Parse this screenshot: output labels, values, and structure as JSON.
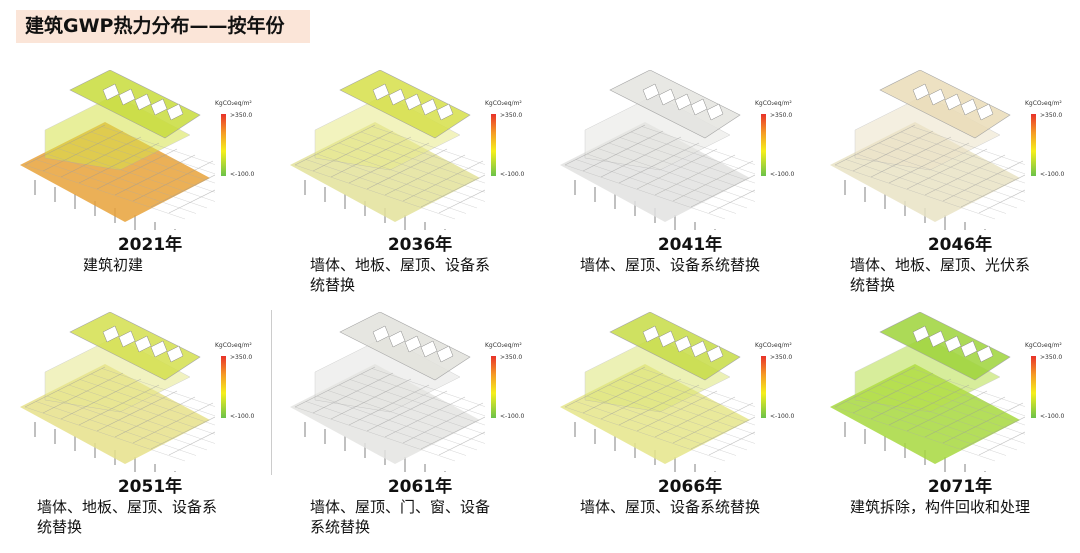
{
  "title": "建筑GWP热力分布——按年份",
  "legend": {
    "unit": "KgCO₂eq/m²",
    "max": ">350.0",
    "min": "<-100.0"
  },
  "panels": [
    {
      "year": "2021年",
      "desc": "建筑初建",
      "tint": "#d7e24a",
      "floor": "#e8a23a",
      "roof": "#c8dc3c"
    },
    {
      "year": "2036年",
      "desc": "墙体、地板、屋顶、设备系统替换",
      "tint": "#e8ea8a",
      "floor": "#e3e29a",
      "roof": "#d6e04a"
    },
    {
      "year": "2041年",
      "desc": "墙体、屋顶、设备系统替换",
      "tint": "#e6e6e2",
      "floor": "#e2e2e0",
      "roof": "#e4e4e0"
    },
    {
      "year": "2046年",
      "desc": "墙体、地板、屋顶、光伏系统替换",
      "tint": "#ece3c8",
      "floor": "#e9e3c4",
      "roof": "#eadcb8"
    },
    {
      "year": "2051年",
      "desc": "墙体、地板、屋顶、设备系统替换",
      "tint": "#e7e88e",
      "floor": "#e6e08a",
      "roof": "#d4e04e"
    },
    {
      "year": "2061年",
      "desc": "墙体、屋顶、门、窗、设备系统替换",
      "tint": "#e5e5e2",
      "floor": "#e4e4e2",
      "roof": "#e2e2dc"
    },
    {
      "year": "2066年",
      "desc": "墙体、屋顶、设备系统替换",
      "tint": "#dde67a",
      "floor": "#e5e58a",
      "roof": "#c7dc46"
    },
    {
      "year": "2071年",
      "desc": "建筑拆除，构件回收和处理",
      "tint": "#b8e04a",
      "floor": "#a7d83e",
      "roof": "#9ed43a"
    }
  ]
}
